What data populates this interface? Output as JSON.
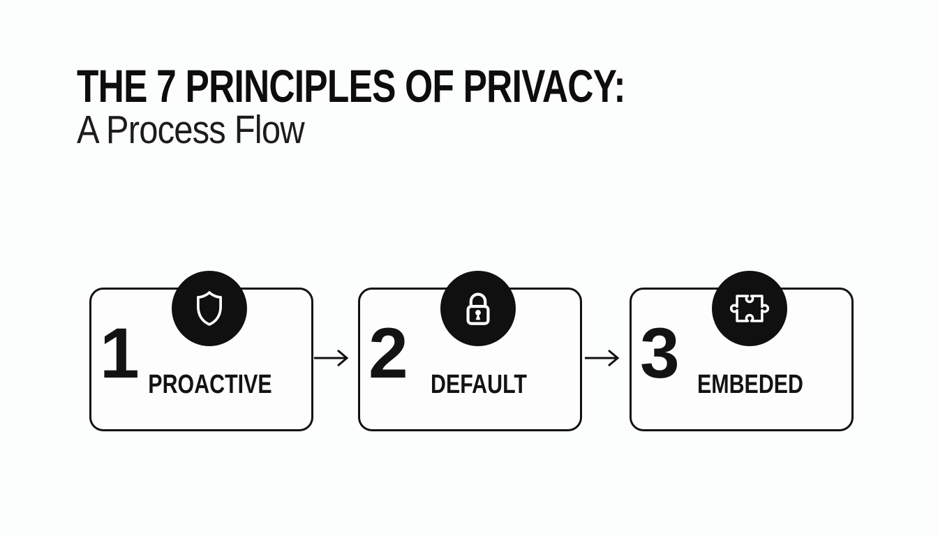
{
  "header": {
    "title": "THE 7 PRINCIPLES OF PRIVACY:",
    "subtitle": "A Process Flow"
  },
  "colors": {
    "ink": "#111111",
    "background": "#fcfdfd",
    "icon_foreground": "#ffffff"
  },
  "flow": {
    "steps": [
      {
        "number": "1",
        "label": "PROACTIVE",
        "icon": "shield-icon"
      },
      {
        "number": "2",
        "label": "DEFAULT",
        "icon": "lock-icon"
      },
      {
        "number": "3",
        "label": "EMBEDED",
        "icon": "puzzle-icon"
      }
    ],
    "connector": "arrow-right"
  }
}
